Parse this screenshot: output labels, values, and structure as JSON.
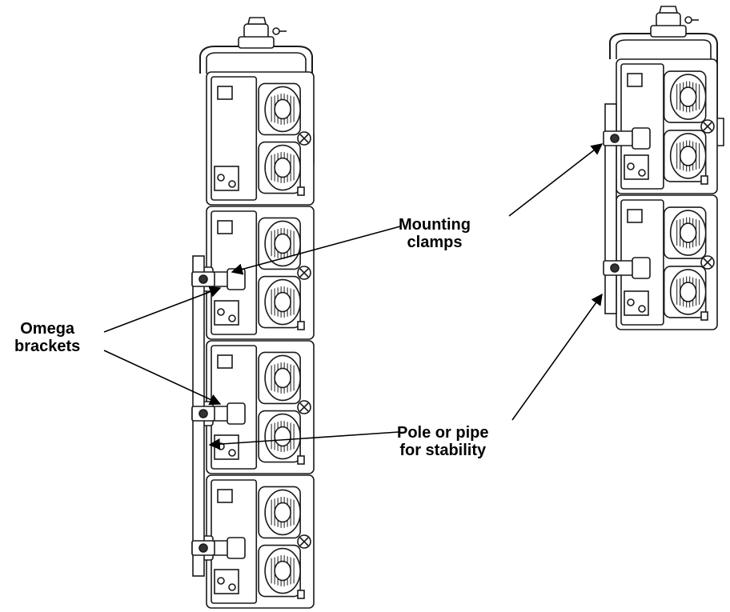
{
  "labels": {
    "mounting_clamps": [
      "Mounting",
      "clamps"
    ],
    "omega_brackets": [
      "Omega",
      "brackets"
    ],
    "pole_or_pipe": [
      "Pole or pipe",
      "for stability"
    ]
  },
  "colors": {
    "line": "#1a1a1a",
    "fill": "#ffffff",
    "detail": "#555555"
  },
  "stacks": {
    "left_fixture_count": 4,
    "right_fixture_count": 2
  }
}
